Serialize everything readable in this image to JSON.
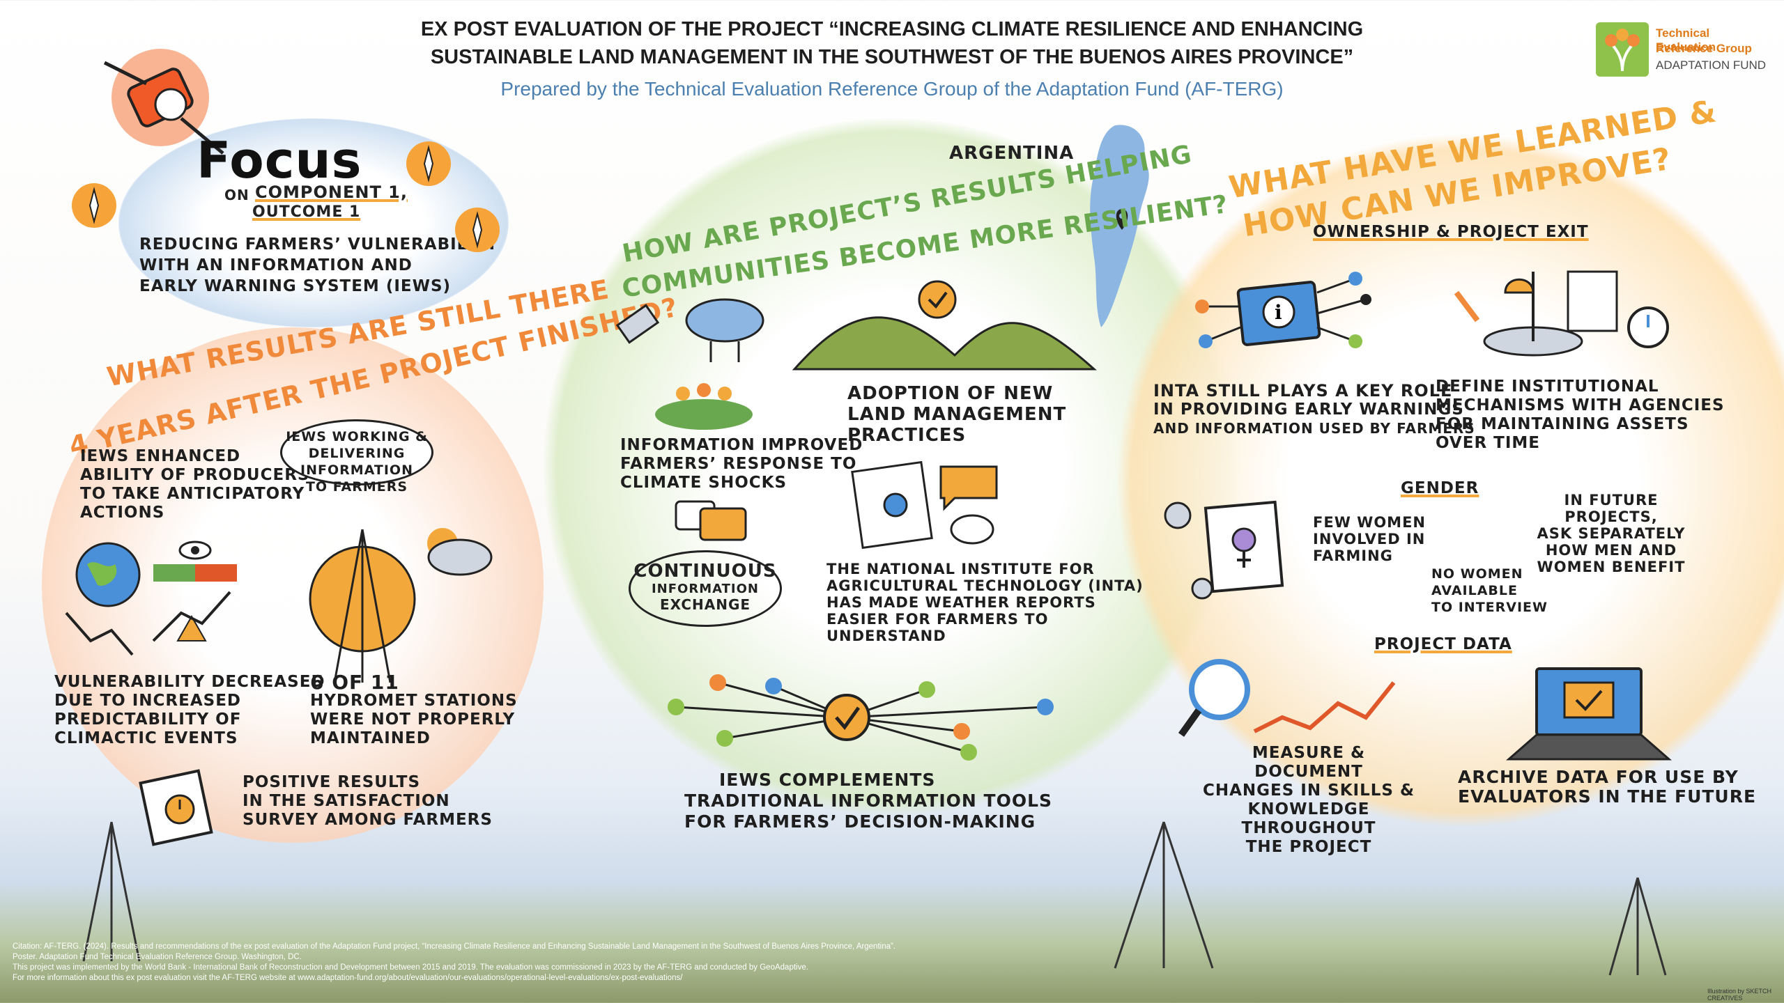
{
  "header": {
    "title_line1": "EX POST EVALUATION OF THE PROJECT “INCREASING CLIMATE RESILIENCE AND ENHANCING",
    "title_line2": "SUSTAINABLE LAND MANAGEMENT IN THE SOUTHWEST OF THE BUENOS AIRES PROVINCE”",
    "subtitle": "Prepared by the Technical Evaluation Reference Group of the Adaptation Fund (AF-TERG)"
  },
  "logo": {
    "line1": "Technical Evaluation",
    "line2": "Reference Group",
    "line3": "ADAPTATION FUND"
  },
  "focus": {
    "word": "Focus",
    "on": "on",
    "component": "component 1,",
    "outcome": "outcome 1",
    "line1": "Reducing farmers’ vulnerability",
    "line2": "with an information and",
    "line3": "early warning system (IEWS)"
  },
  "left": {
    "heading1": "What results are still there",
    "heading2": "4 years after the project finished?",
    "item1": [
      "IEWS enhanced",
      "ability of producers",
      "to take anticipatory",
      "actions"
    ],
    "bubble": [
      "IEWS working &",
      "delivering information",
      "to farmers"
    ],
    "item2": [
      "Vulnerability decreased",
      "due to increased",
      "predictability of",
      "climactic events"
    ],
    "item3": [
      "6 of 11",
      "hydromet stations",
      "were not properly",
      "maintained"
    ],
    "item4": [
      "Positive results",
      "in the satisfaction",
      "survey among farmers"
    ]
  },
  "middle": {
    "map_label": "ARGENTINA",
    "heading1": "How are project’s results helping",
    "heading2": "communities become more resilient?",
    "item1": [
      "Information improved",
      "farmers’ response to",
      "climate shocks"
    ],
    "item2": [
      "Adoption of new",
      "land management",
      "practices"
    ],
    "loop": [
      "Continuous",
      "information",
      "exchange"
    ],
    "item3": [
      "The national institute for",
      "agricultural technology (INTA)",
      "has made weather reports",
      "easier for farmers to",
      "understand"
    ],
    "item4": [
      "IEWS complements",
      "traditional information tools",
      "for farmers’ decision-making"
    ]
  },
  "right": {
    "heading1": "What have we learned &",
    "heading2": "how can we improve?",
    "section1": "Ownership & project exit",
    "s1_item1": [
      "INTA still plays a key role",
      "in providing early warnings",
      "and information used by farmers"
    ],
    "s1_item2": [
      "Define institutional",
      "mechanisms with agencies",
      "for maintaining assets",
      "over time"
    ],
    "section2": "Gender",
    "s2_item1": [
      "Few women",
      "involved in",
      "farming"
    ],
    "s2_item2": [
      "No women",
      "available",
      "to interview"
    ],
    "s2_item3": [
      "In future projects,",
      "ask separately",
      "how men and",
      "women benefit"
    ],
    "section3": "Project data",
    "s3_item1": [
      "Measure & document",
      "changes in skills &",
      "knowledge throughout",
      "the project"
    ],
    "s3_item2": [
      "Archive data for use by",
      "evaluators in the future"
    ]
  },
  "citation": [
    "Citation: AF-TERG. (2024). Results and recommendations of the ex post evaluation of the Adaptation Fund project, “Increasing Climate Resilience and Enhancing Sustainable Land Management in the Southwest of Buenos Aires Province, Argentina”.",
    "Poster. Adaptation Fund Technical Evaluation Reference Group. Washington, DC.",
    "This project was implemented by the World Bank - International Bank of Reconstruction and Development between 2015 and 2019. The evaluation was commissioned in 2023 by the AF-TERG and conducted by GeoAdaptive.",
    "For more information about this ex post evaluation visit the AF-TERG website at www.adaptation-fund.org/about/evaluation/our-evaluations/operational-level-evaluations/ex-post-evaluations/"
  ],
  "credit": "Illustration by SKETCH CREATIVES",
  "colors": {
    "orange": "#f08a3a",
    "green": "#6aa84f",
    "gold": "#f2a83a",
    "blue": "#4a7fb0"
  }
}
